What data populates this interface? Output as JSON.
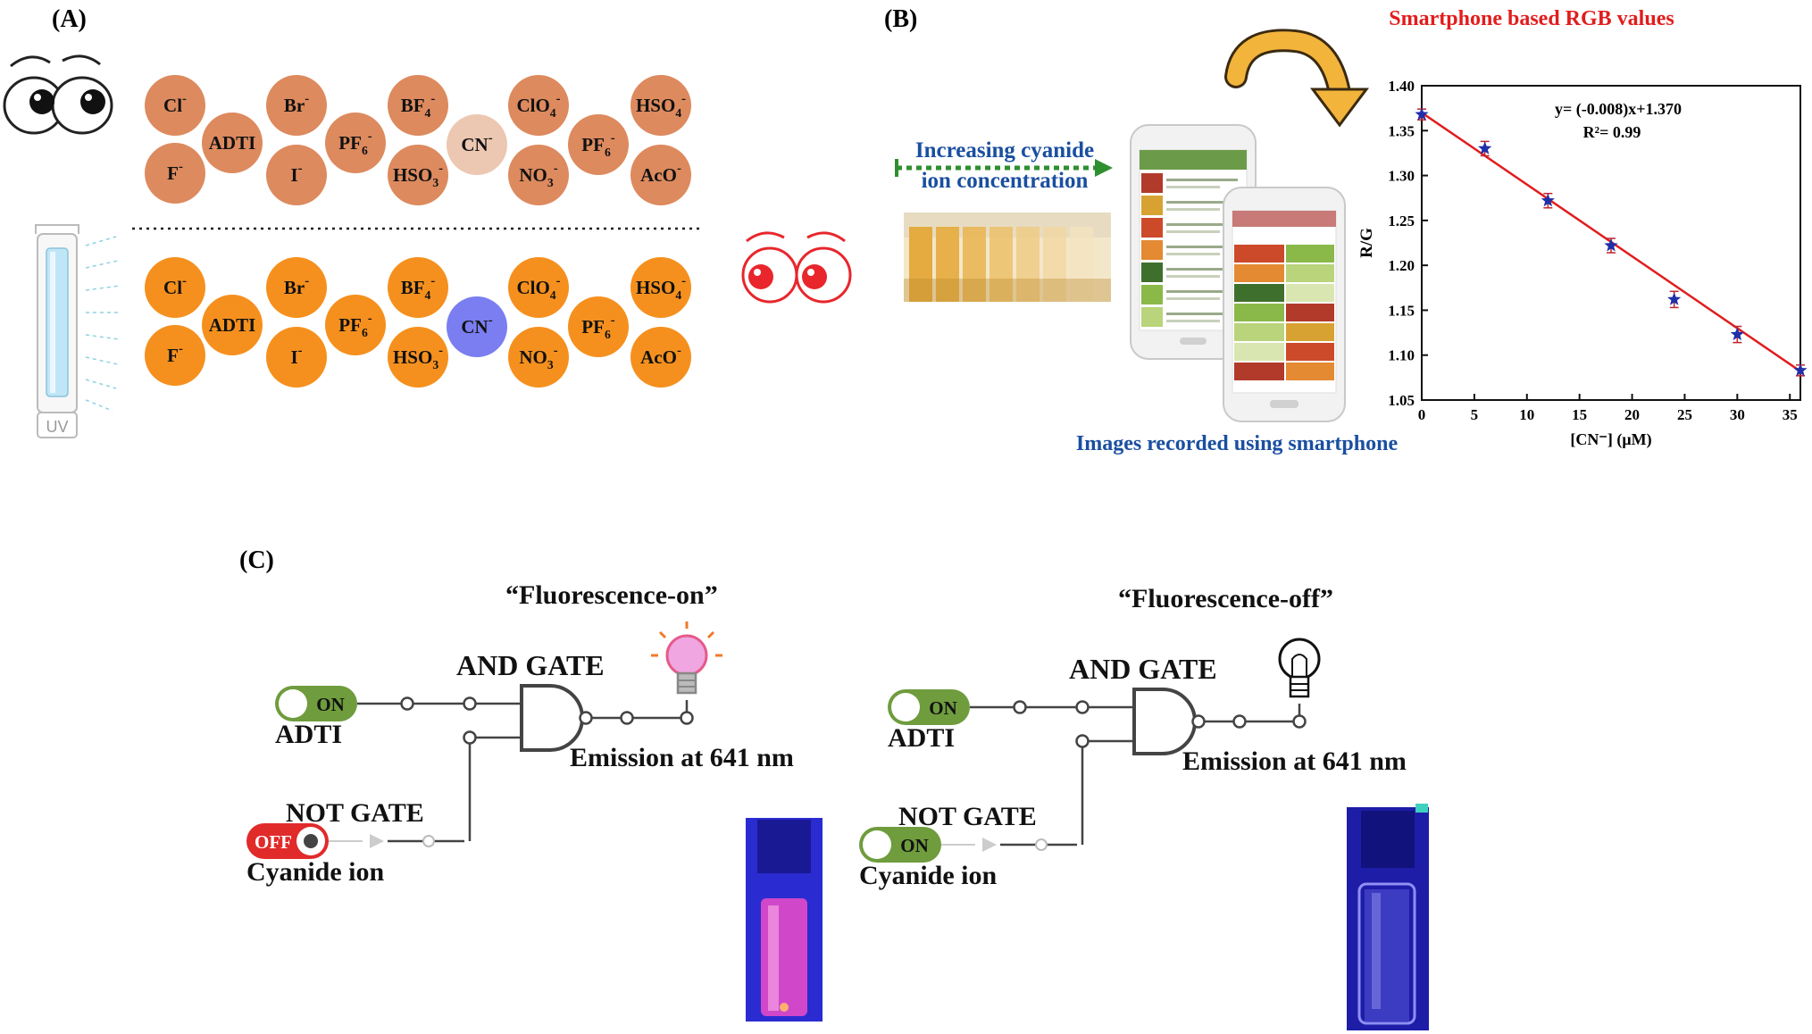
{
  "panels": {
    "a": "(A)",
    "b": "(B)",
    "c": "(C)"
  },
  "panel_a": {
    "uv_label": "UV",
    "ions": [
      {
        "base": "Cl",
        "sup": "-",
        "sub": ""
      },
      {
        "base": "F",
        "sup": "-",
        "sub": ""
      },
      {
        "base": "ADTI",
        "sup": "",
        "sub": ""
      },
      {
        "base": "Br",
        "sup": "-",
        "sub": ""
      },
      {
        "base": "I",
        "sup": "-",
        "sub": ""
      },
      {
        "base": "PF",
        "sup": "-",
        "sub": "6"
      },
      {
        "base": "BF",
        "sup": "-",
        "sub": "4"
      },
      {
        "base": "HSO",
        "sup": "-",
        "sub": "3"
      },
      {
        "base": "CN",
        "sup": "-",
        "sub": ""
      },
      {
        "base": "ClO",
        "sup": "-",
        "sub": "4"
      },
      {
        "base": "NO",
        "sup": "-",
        "sub": "3"
      },
      {
        "base": "PF",
        "sup": "-",
        "sub": "6"
      },
      {
        "base": "HSO",
        "sup": "-",
        "sub": "4"
      },
      {
        "base": "AcO",
        "sup": "-",
        "sub": ""
      }
    ],
    "colors": {
      "ambient": "#dd8a5e",
      "ambient_cn": "#ecc7b1",
      "uv": "#f5901e",
      "uv_cn": "#7a7ef0",
      "uv_lamp": "#bfe6f7",
      "eye_red": "#e8262c"
    }
  },
  "panel_b": {
    "arrow_text": [
      "Increasing cyanide",
      "ion concentration"
    ],
    "caption": "Images recorded using smartphone",
    "colors": {
      "arrow": "#2f8f2f",
      "text_blue": "#1a4fa0",
      "curved_arrow": "#f2b43a",
      "swatches": [
        "#b23a2a",
        "#d8a233",
        "#cc4a2a",
        "#e38a32",
        "#3f6f2d",
        "#8ab94a",
        "#b9d47b",
        "#d9e6b1"
      ]
    }
  },
  "chart_data": {
    "type": "scatter",
    "title": "Smartphone based RGB values",
    "xlabel": "[CN⁻] (μM)",
    "ylabel": "R/G",
    "xlim": [
      0,
      36
    ],
    "ylim": [
      1.05,
      1.4
    ],
    "xticks": [
      0,
      5,
      10,
      15,
      20,
      25,
      30,
      35
    ],
    "yticks": [
      1.05,
      1.1,
      1.15,
      1.2,
      1.25,
      1.3,
      1.35,
      1.4
    ],
    "x": [
      0,
      6,
      12,
      18,
      24,
      30,
      36
    ],
    "y": [
      1.368,
      1.33,
      1.272,
      1.222,
      1.162,
      1.123,
      1.083
    ],
    "error": [
      0.006,
      0.008,
      0.008,
      0.008,
      0.009,
      0.009,
      0.006
    ],
    "fit": {
      "slope": -0.008,
      "intercept": 1.37
    },
    "equation": "y= (-0.008)x+1.370",
    "r2": "R²= 0.99",
    "colors": {
      "fit": "#e11d1d",
      "marker": "#1f2fa8",
      "title": "#e11d1d"
    },
    "grid": false
  },
  "panel_c": {
    "left": {
      "title": "“Fluorescence-on”",
      "gate": "AND GATE",
      "switch_label": "ON",
      "input_label": "ADTI",
      "not_gate": "NOT GATE",
      "cyanide_switch": "OFF",
      "cyanide_label": "Cyanide ion",
      "emission": "Emission at 641 nm"
    },
    "right": {
      "title": "“Fluorescence-off”",
      "gate": "AND GATE",
      "switch_label": "ON",
      "input_label": "ADTI",
      "not_gate": "NOT GATE",
      "cyanide_switch": "ON",
      "cyanide_label": "Cyanide ion",
      "emission": "Emission at 641 nm"
    },
    "colors": {
      "switch_on": "#6f9c3d",
      "switch_off": "#e12a2a",
      "bulb_on": "#f0a6e0",
      "vial_on_bg": "#2a2bd0",
      "vial_on_glow": "#e24bc8",
      "vial_off_bg": "#1d1da8",
      "vial_off_glow": "#8f8ff5"
    }
  }
}
